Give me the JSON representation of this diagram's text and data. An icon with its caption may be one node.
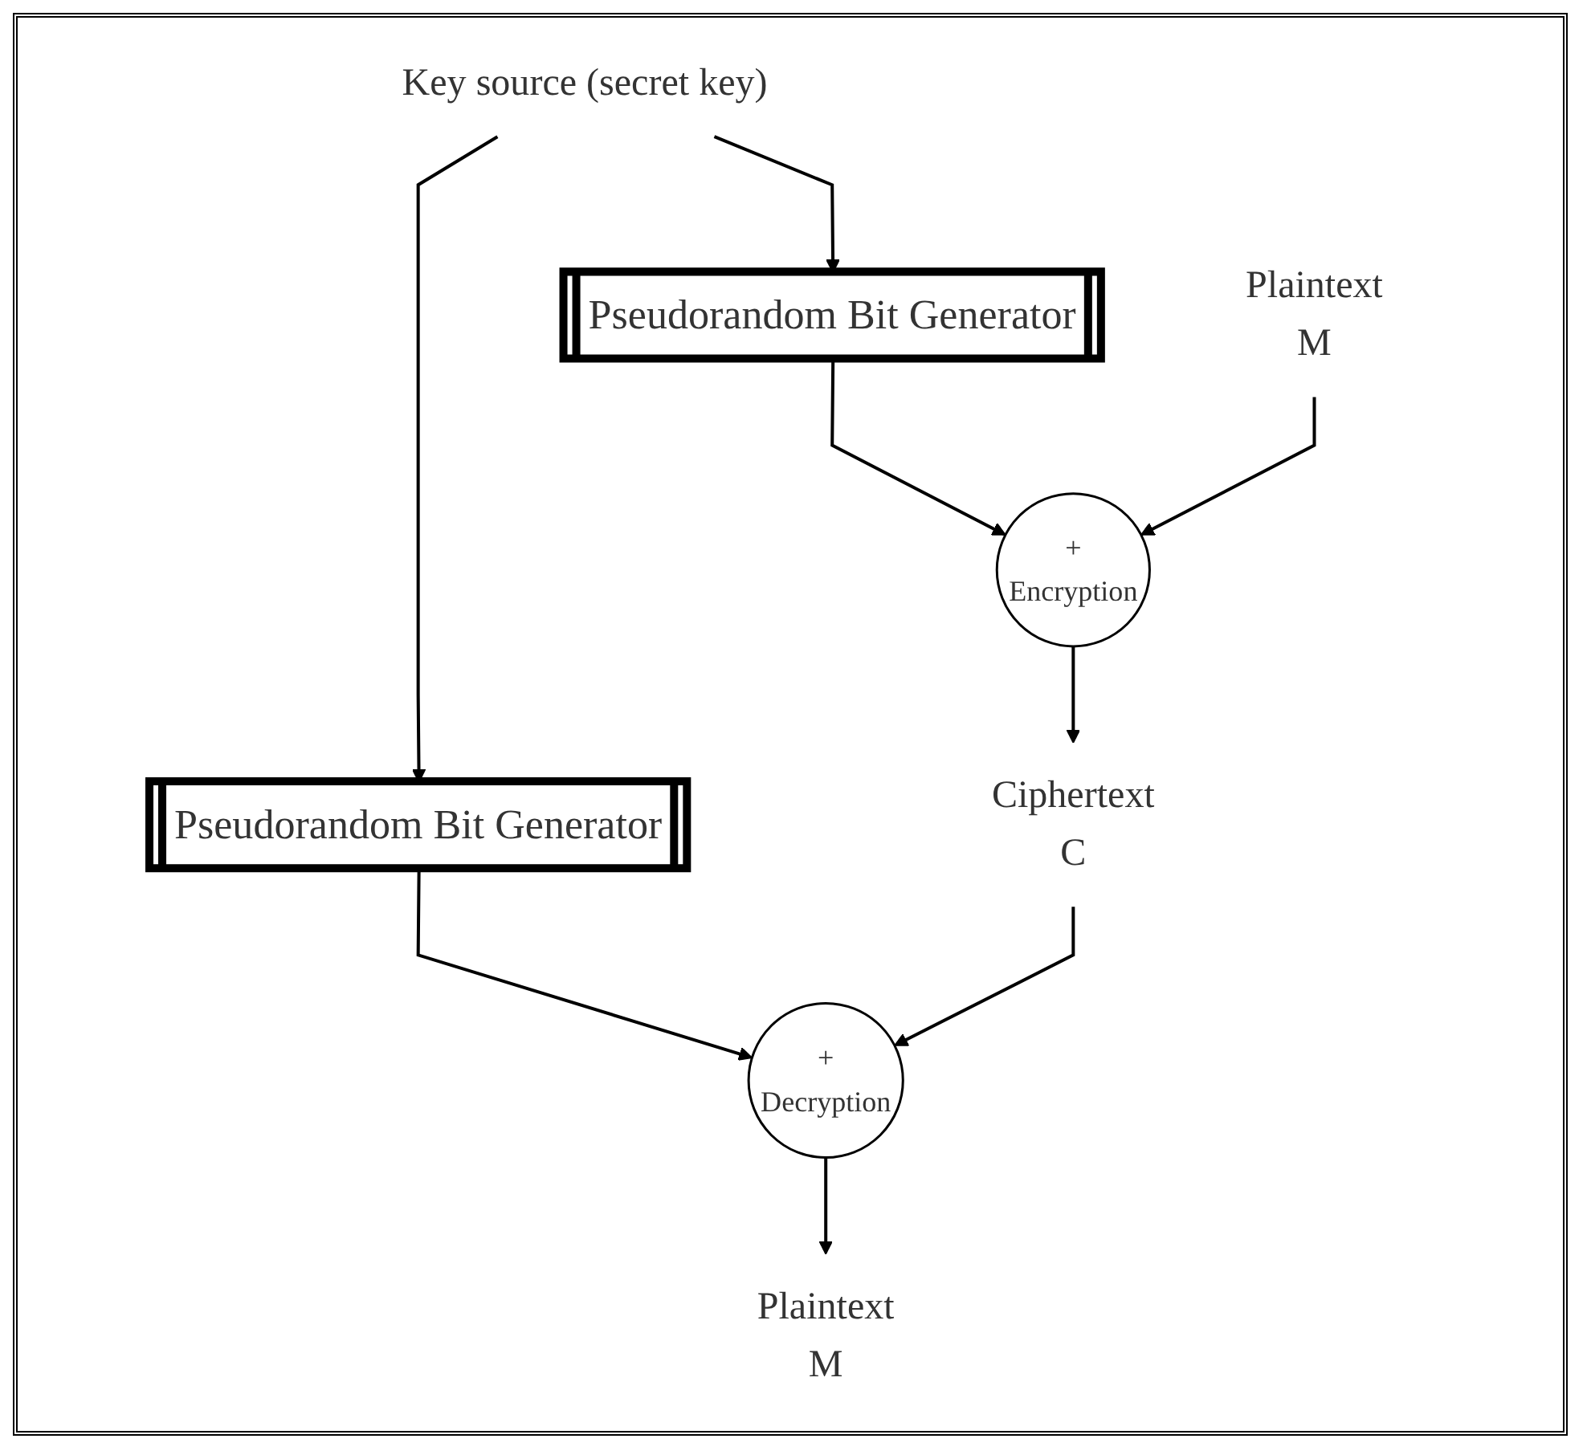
{
  "diagram": {
    "nodes": [
      {
        "text": [
          "Key source (secret key)"
        ]
      },
      {
        "text": [
          "Pseudorandom Bit Generator"
        ]
      },
      {
        "text": [
          "Pseudorandom Bit Generator"
        ]
      },
      {
        "text": [
          "Plaintext",
          "M"
        ]
      },
      {
        "text": [
          "+",
          "Encryption"
        ]
      },
      {
        "text": [
          "Ciphertext",
          "C"
        ]
      },
      {
        "text": [
          "+",
          "Decryption"
        ]
      },
      {
        "text": [
          "Plaintext",
          "M"
        ]
      }
    ],
    "edges": [
      {
        "from": 0,
        "to": 1,
        "arrow": "to"
      },
      {
        "from": 0,
        "to": 2,
        "arrow": "to"
      },
      {
        "from": 1,
        "to": 4,
        "arrow": "to"
      },
      {
        "from": 2,
        "to": 6,
        "arrow": "to"
      },
      {
        "from": 3,
        "to": 4,
        "arrow": "to"
      },
      {
        "from": 4,
        "to": 5,
        "arrow": "to"
      },
      {
        "from": 5,
        "to": 6,
        "arrow": "to"
      },
      {
        "from": 6,
        "to": 7,
        "arrow": "to"
      }
    ]
  }
}
